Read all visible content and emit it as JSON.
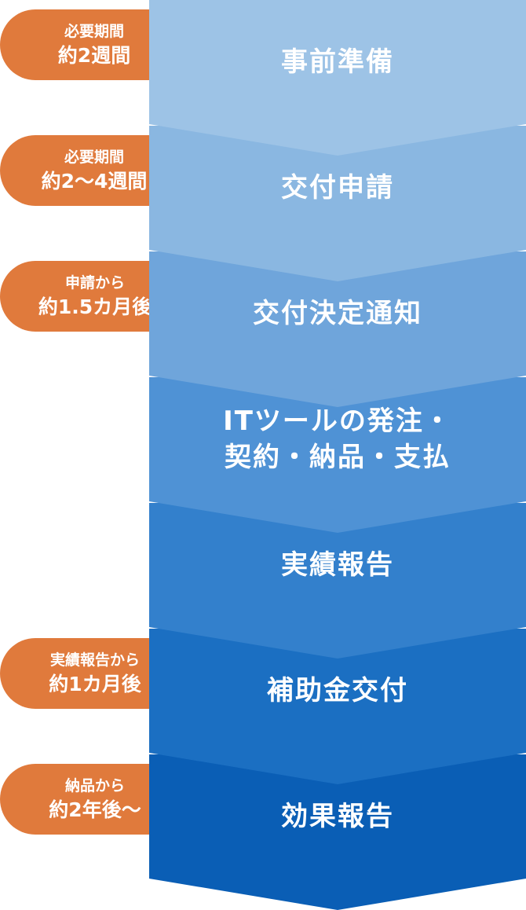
{
  "steps": [
    {
      "lines": [
        "事前準備"
      ],
      "color": "#9dc3e6"
    },
    {
      "lines": [
        "交付申請"
      ],
      "color": "#8ab7e1"
    },
    {
      "lines": [
        "交付決定通知"
      ],
      "color": "#6fa5db"
    },
    {
      "lines": [
        "ITツールの発注・",
        "契約・納品・支払"
      ],
      "color": "#4f92d5"
    },
    {
      "lines": [
        "実績報告"
      ],
      "color": "#3380cc"
    },
    {
      "lines": [
        "補助金交付"
      ],
      "color": "#1b6fc2"
    },
    {
      "lines": [
        "効果報告"
      ],
      "color": "#0a5eb5"
    }
  ],
  "badges": [
    {
      "step": 0,
      "line1": "必要期間",
      "line2": "約2週間"
    },
    {
      "step": 1,
      "line1": "必要期間",
      "line2": "約2～4週間"
    },
    {
      "step": 2,
      "line1": "申請から",
      "line2": "約1.5カ月後"
    },
    {
      "step": 5,
      "line1": "実績報告から",
      "line2": "約1カ月後"
    },
    {
      "step": 6,
      "line1": "納品から",
      "line2": "約2年後～"
    }
  ],
  "badge_color": "#e07a3c"
}
